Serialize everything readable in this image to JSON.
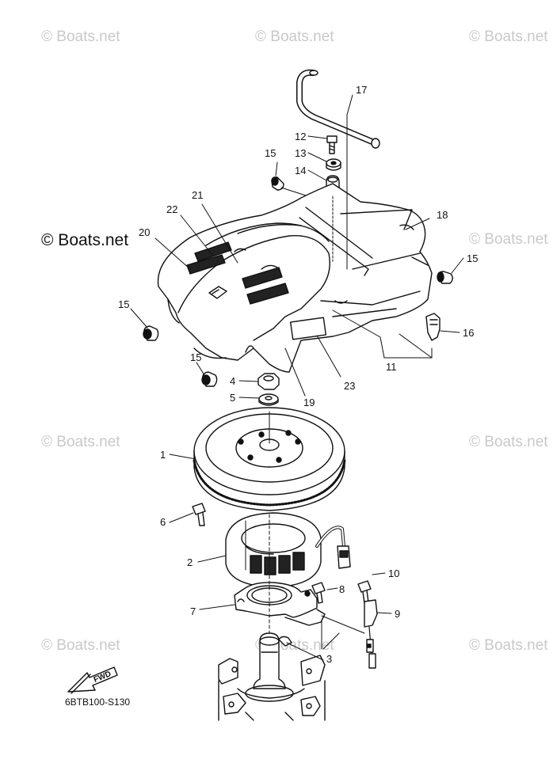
{
  "watermark": {
    "text": "© Boats.net",
    "main_text": "© Boats.net"
  },
  "diagram_code": "6BTB100-S130",
  "fwd_label": "FWD",
  "callouts": [
    {
      "id": "1",
      "label": "1"
    },
    {
      "id": "2",
      "label": "2"
    },
    {
      "id": "3",
      "label": "3"
    },
    {
      "id": "4",
      "label": "4"
    },
    {
      "id": "5",
      "label": "5"
    },
    {
      "id": "6",
      "label": "6"
    },
    {
      "id": "7",
      "label": "7"
    },
    {
      "id": "8",
      "label": "8"
    },
    {
      "id": "9",
      "label": "9"
    },
    {
      "id": "10",
      "label": "10"
    },
    {
      "id": "11",
      "label": "11"
    },
    {
      "id": "12",
      "label": "12"
    },
    {
      "id": "13",
      "label": "13"
    },
    {
      "id": "14",
      "label": "14"
    },
    {
      "id": "15a",
      "label": "15"
    },
    {
      "id": "15b",
      "label": "15"
    },
    {
      "id": "15c",
      "label": "15"
    },
    {
      "id": "15d",
      "label": "15"
    },
    {
      "id": "16",
      "label": "16"
    },
    {
      "id": "17",
      "label": "17"
    },
    {
      "id": "18",
      "label": "18"
    },
    {
      "id": "19",
      "label": "19"
    },
    {
      "id": "20",
      "label": "20"
    },
    {
      "id": "21",
      "label": "21"
    },
    {
      "id": "22",
      "label": "22"
    },
    {
      "id": "23",
      "label": "23"
    }
  ]
}
